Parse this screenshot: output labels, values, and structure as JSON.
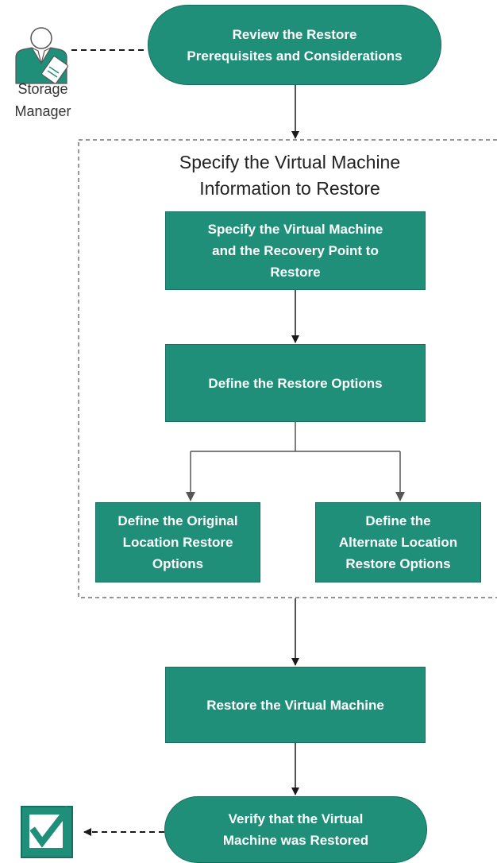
{
  "nodes": {
    "review": "Review the Restore\nPrerequisites and Considerations",
    "specify_vm": "Specify the Virtual Machine\nand the Recovery Point to\nRestore",
    "define_options": "Define the Restore Options",
    "original_location": "Define the Original\nLocation Restore\nOptions",
    "alternate_location": "Define the\nAlternate Location\nRestore Options",
    "restore_vm": "Restore the Virtual Machine",
    "verify": "Verify that the Virtual\nMachine was Restored"
  },
  "group": {
    "title": "Specify the Virtual Machine\nInformation to Restore"
  },
  "actor": {
    "label": "Storage\nManager",
    "icon": "storage-manager-person-icon"
  },
  "end_icon": "checkbox-checked-icon",
  "colors": {
    "node_fill": "#1f8f7a",
    "node_text": "#ffffff",
    "connector": "#1a1a1a"
  }
}
